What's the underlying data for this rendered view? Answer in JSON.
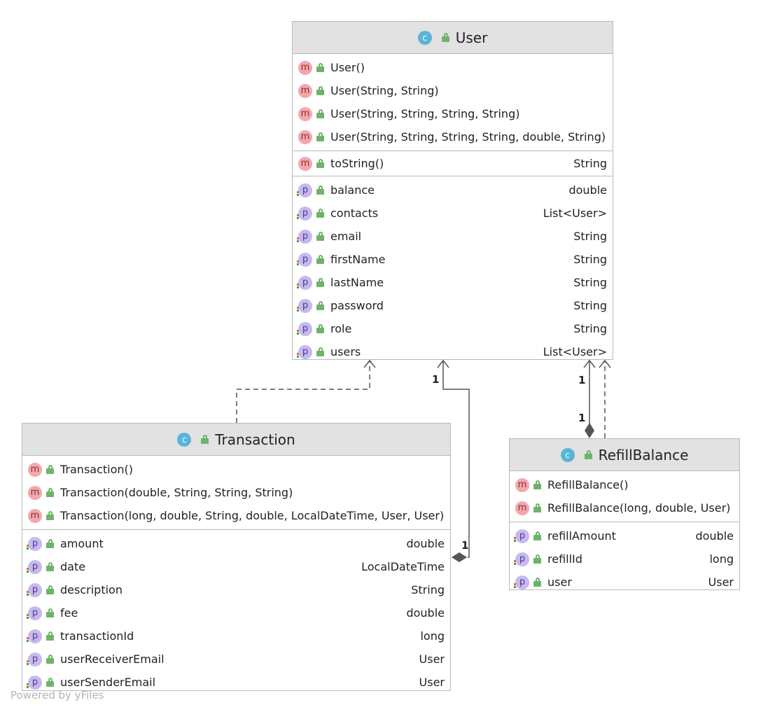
{
  "classes": {
    "user": {
      "title": "User",
      "constructors": [
        {
          "name": "User()"
        },
        {
          "name": "User(String, String)"
        },
        {
          "name": "User(String, String, String, String)"
        },
        {
          "name": "User(String, String, String, String, double, String)"
        }
      ],
      "methods": [
        {
          "name": "toString()",
          "type": "String"
        }
      ],
      "properties": [
        {
          "name": "balance",
          "type": "double"
        },
        {
          "name": "contacts",
          "type": "List<User>"
        },
        {
          "name": "email",
          "type": "String"
        },
        {
          "name": "firstName",
          "type": "String"
        },
        {
          "name": "lastName",
          "type": "String"
        },
        {
          "name": "password",
          "type": "String"
        },
        {
          "name": "role",
          "type": "String"
        },
        {
          "name": "users",
          "type": "List<User>"
        }
      ]
    },
    "transaction": {
      "title": "Transaction",
      "constructors": [
        {
          "name": "Transaction()"
        },
        {
          "name": "Transaction(double, String, String, String)"
        },
        {
          "name": "Transaction(long, double, String, double, LocalDateTime, User, User)"
        }
      ],
      "properties": [
        {
          "name": "amount",
          "type": "double"
        },
        {
          "name": "date",
          "type": "LocalDateTime"
        },
        {
          "name": "description",
          "type": "String"
        },
        {
          "name": "fee",
          "type": "double"
        },
        {
          "name": "transactionId",
          "type": "long"
        },
        {
          "name": "userReceiverEmail",
          "type": "User"
        },
        {
          "name": "userSenderEmail",
          "type": "User"
        }
      ]
    },
    "refill": {
      "title": "RefillBalance",
      "constructors": [
        {
          "name": "RefillBalance()"
        },
        {
          "name": "RefillBalance(long, double, User)"
        }
      ],
      "properties": [
        {
          "name": "refillAmount",
          "type": "double"
        },
        {
          "name": "refillId",
          "type": "long"
        },
        {
          "name": "user",
          "type": "User"
        }
      ]
    }
  },
  "badges": {
    "class": "c",
    "method": "m",
    "property": "p"
  },
  "multiplicities": {
    "user_transaction_top": "1",
    "user_transaction_bottom": "1",
    "user_refill_top": "1",
    "user_refill_bottom": "1"
  },
  "footer": "Powered by yFiles"
}
